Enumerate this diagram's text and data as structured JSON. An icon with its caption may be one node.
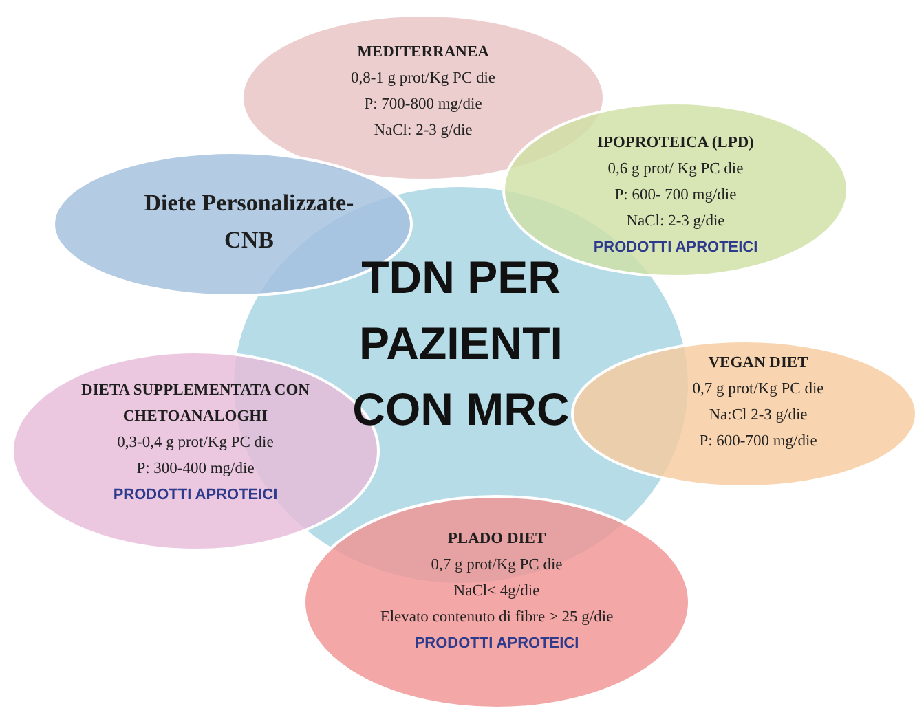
{
  "diagram": {
    "nodes": [
      {
        "text": [
          "TDN PER PAZIENTI CON MRC"
        ]
      },
      {
        "text": [
          "MEDITERRANEA",
          "0,8-1 g prot/Kg PC die",
          "P: 700-800 mg/die",
          "NaCl: 2-3 g/die"
        ]
      },
      {
        "text": [
          "IPOPROTEICA (LPD)",
          "0,6 g prot/ Kg PC die",
          "P: 600- 700 mg/die",
          "NaCl: 2-3 g/die",
          "PRODOTTI APROTEICI"
        ]
      },
      {
        "text": [
          "Diete Personalizzate-CNB"
        ]
      },
      {
        "text": [
          "VEGAN DIET",
          "0,7 g prot/Kg PC die",
          "Na:Cl 2-3 g/die",
          "P: 600-700 mg/die"
        ]
      },
      {
        "text": [
          "DIETA SUPPLEMENTATA CON CHETOANALOGHI",
          "0,3-0,4 g prot/Kg PC die",
          "P: 300-400 mg/die",
          "PRODOTTI APROTEICI"
        ]
      },
      {
        "text": [
          "PLADO DIET",
          "0,7 g prot/Kg PC die",
          "NaCl< 4g/die",
          "Elevato contenuto di fibre > 25 g/die",
          "PRODOTTI APROTEICI"
        ]
      }
    ]
  }
}
